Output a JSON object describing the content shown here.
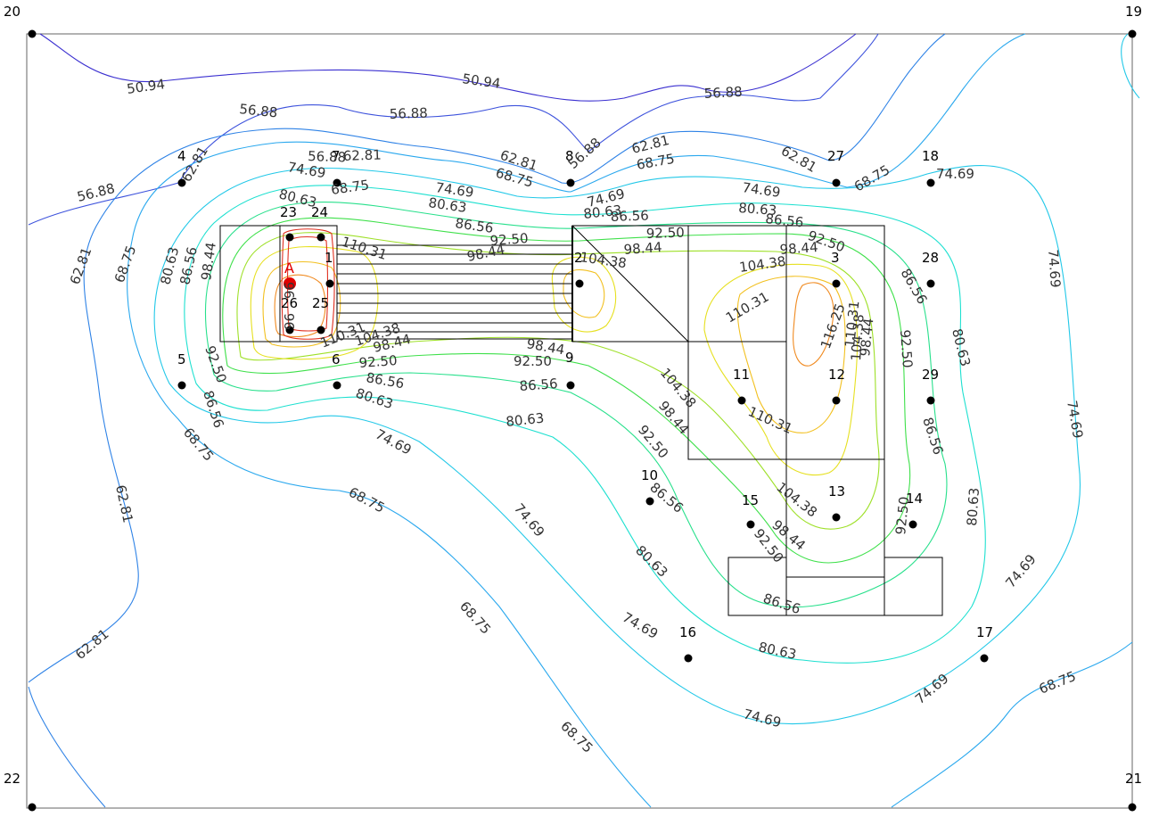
{
  "corners": {
    "top_left": "20",
    "top_right": "19",
    "bottom_left": "22",
    "bottom_right": "21"
  },
  "source_marker": {
    "label": "A",
    "color": "#e00000"
  },
  "points": [
    "1",
    "2",
    "3",
    "4",
    "5",
    "6",
    "7",
    "8",
    "9",
    "10",
    "11",
    "12",
    "13",
    "14",
    "15",
    "16",
    "17",
    "18",
    "23",
    "24",
    "25",
    "26",
    "27",
    "28",
    "29"
  ],
  "contour_levels": [
    {
      "value": "50.94",
      "color": "#3a2fd0"
    },
    {
      "value": "56.88",
      "color": "#3d52dc"
    },
    {
      "value": "62.81",
      "color": "#2e82e6"
    },
    {
      "value": "68.75",
      "color": "#2aa8ee"
    },
    {
      "value": "74.69",
      "color": "#22c8e8"
    },
    {
      "value": "80.63",
      "color": "#1ee0d0"
    },
    {
      "value": "86.56",
      "color": "#28e08c"
    },
    {
      "value": "92.50",
      "color": "#3ee04a"
    },
    {
      "value": "98.44",
      "color": "#9ee028"
    },
    {
      "value": "104.38",
      "color": "#e6e020"
    },
    {
      "value": "110.31",
      "color": "#f2c020"
    },
    {
      "value": "116.25",
      "color": "#f08a20"
    }
  ],
  "contour_labels": [
    "50.94",
    "50.94",
    "56.88",
    "56.88",
    "56.88",
    "56.88",
    "56.88",
    "56.88",
    "62.81",
    "62.81",
    "62.81",
    "62.81",
    "62.81",
    "62.81",
    "62.81",
    "62.81",
    "68.75",
    "68.75",
    "68.75",
    "68.75",
    "68.75",
    "68.75",
    "68.75",
    "68.75",
    "68.75",
    "68.75",
    "74.69",
    "74.69",
    "74.69",
    "74.69",
    "74.69",
    "74.69",
    "74.69",
    "74.69",
    "74.69",
    "74.69",
    "74.69",
    "74.69",
    "74.69",
    "80.63",
    "80.63",
    "80.63",
    "80.63",
    "80.63",
    "80.63",
    "80.63",
    "80.63",
    "80.63",
    "80.63",
    "80.63",
    "86.56",
    "86.56",
    "86.56",
    "86.56",
    "86.56",
    "86.56",
    "86.56",
    "86.56",
    "86.56",
    "86.56",
    "86.56",
    "92.50",
    "92.50",
    "92.50",
    "92.50",
    "92.50",
    "92.50",
    "92.50",
    "92.50",
    "92.50",
    "92.50",
    "98.44",
    "98.44",
    "98.44",
    "98.44",
    "98.44",
    "98.44",
    "98.44",
    "98.44",
    "98.44",
    "104.38",
    "104.38",
    "104.38",
    "104.38",
    "104.38",
    "104.38",
    "110.31",
    "110.31",
    "110.31",
    "110.31",
    "110.31",
    "116.25",
    "96",
    "96"
  ]
}
